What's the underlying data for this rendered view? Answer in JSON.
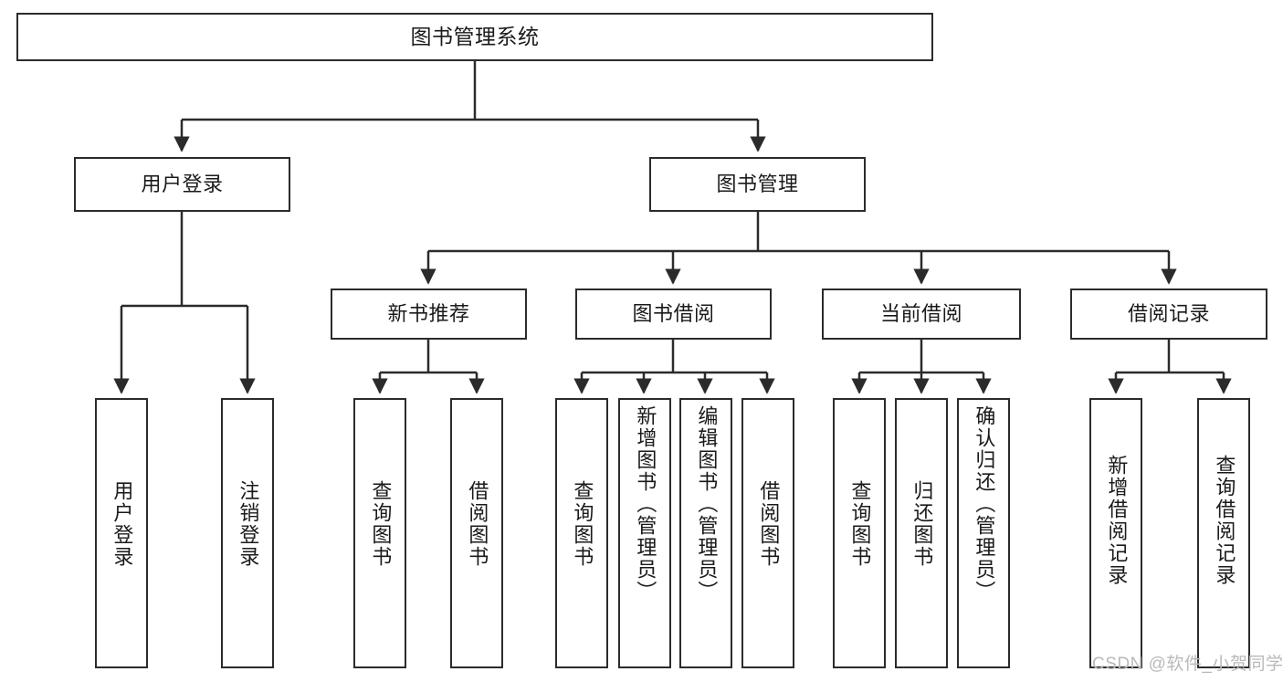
{
  "diagram": {
    "type": "hierarchy-tree",
    "title": "图书管理系统",
    "nodes": {
      "root": {
        "label": "图书管理系统"
      },
      "level2": [
        {
          "label": "用户登录"
        },
        {
          "label": "图书管理"
        }
      ],
      "level3": [
        {
          "label": "新书推荐"
        },
        {
          "label": "图书借阅"
        },
        {
          "label": "当前借阅"
        },
        {
          "label": "借阅记录"
        }
      ],
      "leaves": [
        {
          "label": "用户登录"
        },
        {
          "label": "注销登录"
        },
        {
          "label": "查询图书"
        },
        {
          "label": "借阅图书"
        },
        {
          "label": "查询图书"
        },
        {
          "label": "新增图书（管理员）"
        },
        {
          "label": "编辑图书（管理员）"
        },
        {
          "label": "借阅图书"
        },
        {
          "label": "查询图书"
        },
        {
          "label": "归还图书"
        },
        {
          "label": "确认归还（管理员）"
        },
        {
          "label": "新增借阅记录"
        },
        {
          "label": "查询借阅记录"
        }
      ]
    }
  },
  "watermark": {
    "text": "CSDN @软件_小贺同学"
  },
  "colors": {
    "stroke": "#2b2b2b",
    "background": "#ffffff",
    "text": "#1a1a1a",
    "watermark": "#b9b9b9"
  }
}
